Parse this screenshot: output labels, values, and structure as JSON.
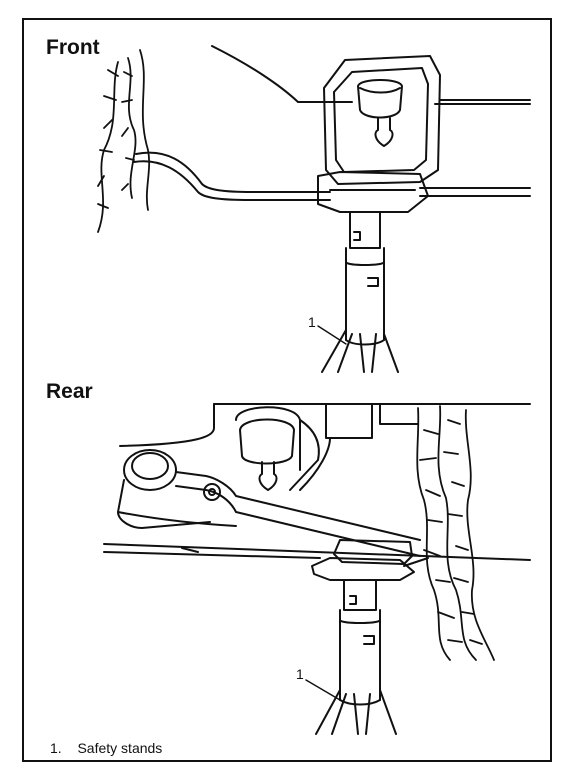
{
  "front": {
    "title": "Front",
    "callout": "1"
  },
  "rear": {
    "title": "Rear",
    "callout": "1"
  },
  "legend": {
    "number": "1.",
    "text": "Safety stands"
  }
}
